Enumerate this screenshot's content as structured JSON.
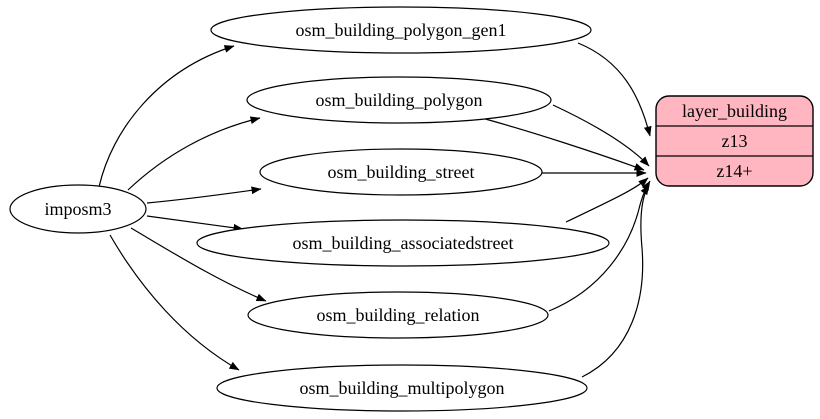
{
  "diagram": {
    "type": "flow-graph",
    "background_color": "#ffffff",
    "edge_color": "#000000",
    "source_node": {
      "label": "imposm3",
      "shape": "ellipse"
    },
    "tables": [
      {
        "label": "osm_building_polygon_gen1",
        "shape": "ellipse"
      },
      {
        "label": "osm_building_polygon",
        "shape": "ellipse"
      },
      {
        "label": "osm_building_street",
        "shape": "ellipse"
      },
      {
        "label": "osm_building_associatedstreet",
        "shape": "ellipse"
      },
      {
        "label": "osm_building_relation",
        "shape": "ellipse"
      },
      {
        "label": "osm_building_multipolygon",
        "shape": "ellipse"
      }
    ],
    "layer_node": {
      "title": "layer_building",
      "rows": [
        {
          "label": "z13"
        },
        {
          "label": "z14+"
        }
      ],
      "fill": "#ffb6c1",
      "stroke": "#000000",
      "shape": "rounded-record"
    },
    "edges": [
      {
        "from": "imposm3",
        "to": "osm_building_polygon_gen1"
      },
      {
        "from": "imposm3",
        "to": "osm_building_polygon"
      },
      {
        "from": "imposm3",
        "to": "osm_building_street"
      },
      {
        "from": "imposm3",
        "to": "osm_building_associatedstreet"
      },
      {
        "from": "imposm3",
        "to": "osm_building_relation"
      },
      {
        "from": "imposm3",
        "to": "osm_building_multipolygon"
      },
      {
        "from": "osm_building_polygon_gen1",
        "to": "layer_building:z13"
      },
      {
        "from": "osm_building_polygon",
        "to": "layer_building:z14+"
      },
      {
        "from": "osm_building_street",
        "to": "layer_building:z14+"
      },
      {
        "from": "osm_building_associatedstreet",
        "to": "layer_building:z14+"
      },
      {
        "from": "osm_building_relation",
        "to": "layer_building:z14+"
      },
      {
        "from": "osm_building_multipolygon",
        "to": "layer_building:z14+"
      }
    ]
  }
}
